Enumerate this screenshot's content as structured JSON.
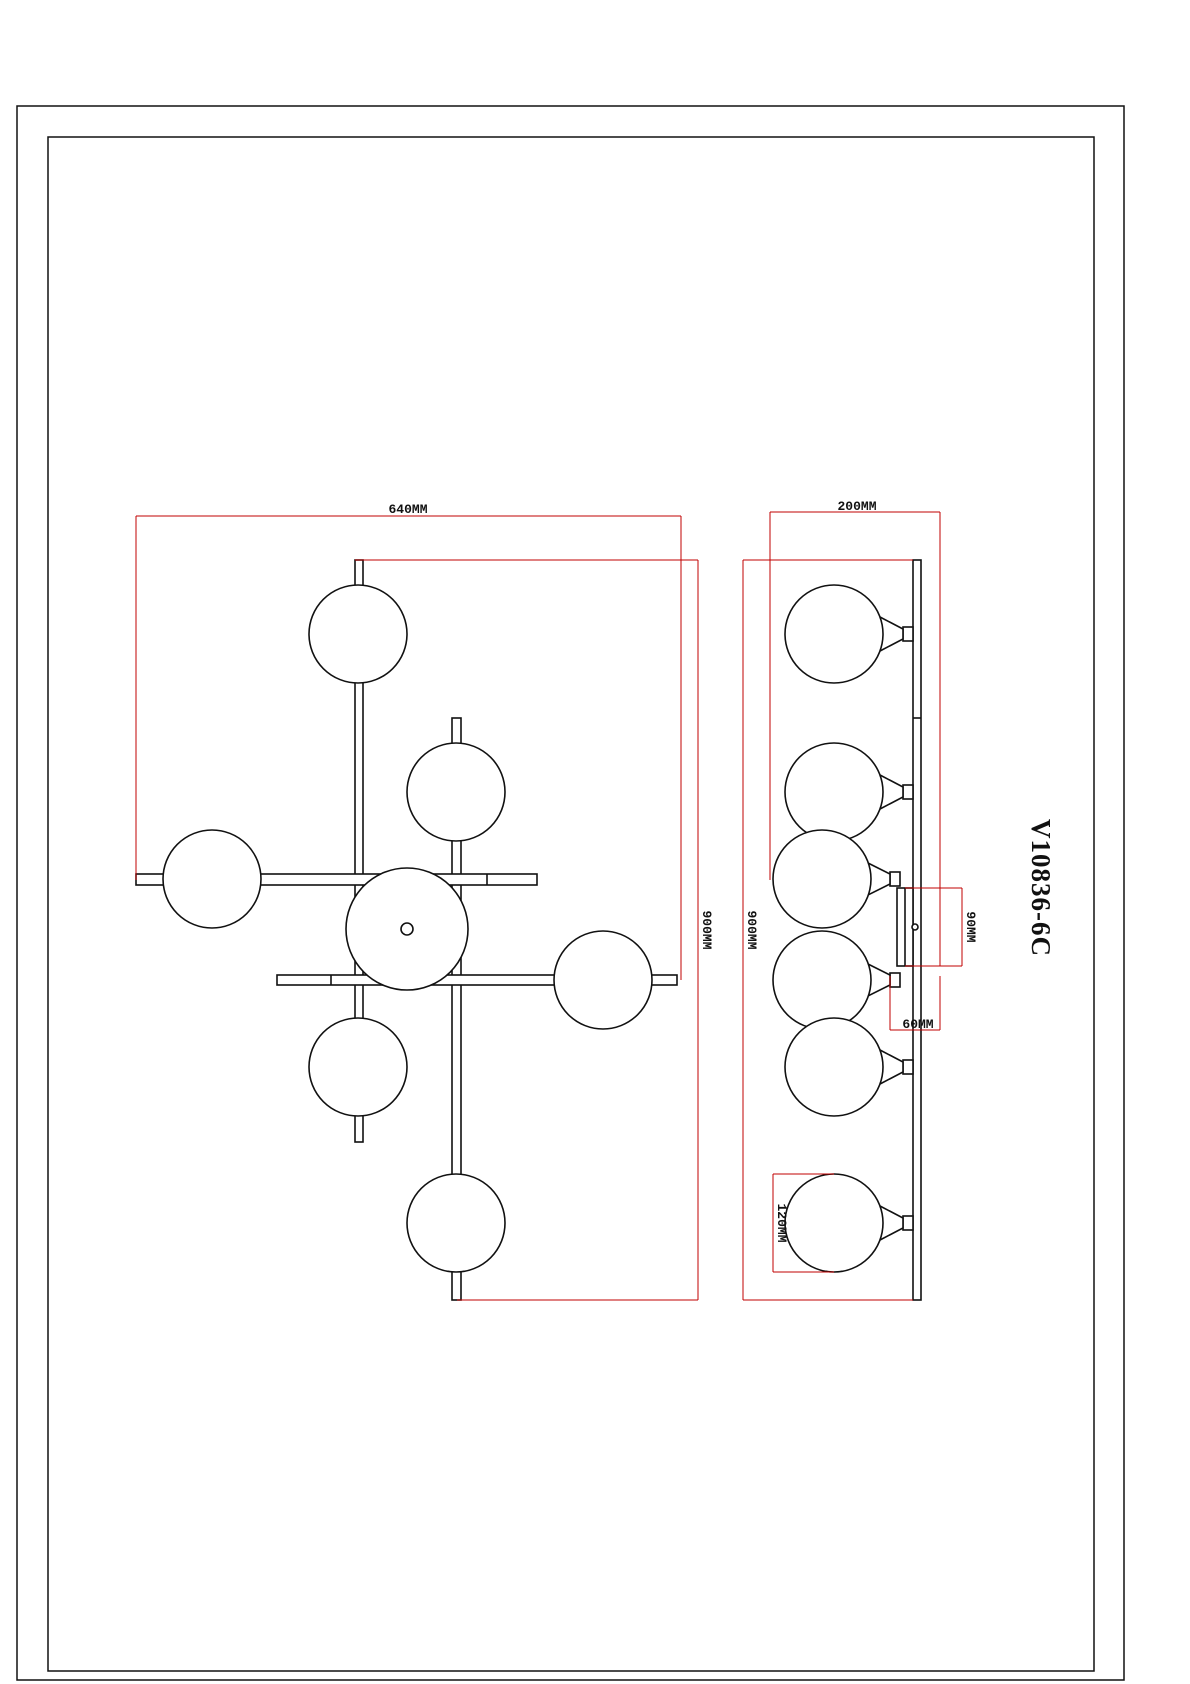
{
  "drawing": {
    "model_code": "V10836-6C",
    "front_view": {
      "width_label": "640MM",
      "height_label": "900MM"
    },
    "side_view": {
      "depth_label": "200MM",
      "height_label": "900MM",
      "canopy_height_label": "90MM",
      "canopy_depth_label": "60MM",
      "globe_diameter_label": "120MM"
    }
  },
  "colors": {
    "line": "#111111",
    "dimension": "#c00000",
    "paper": "#ffffff"
  }
}
